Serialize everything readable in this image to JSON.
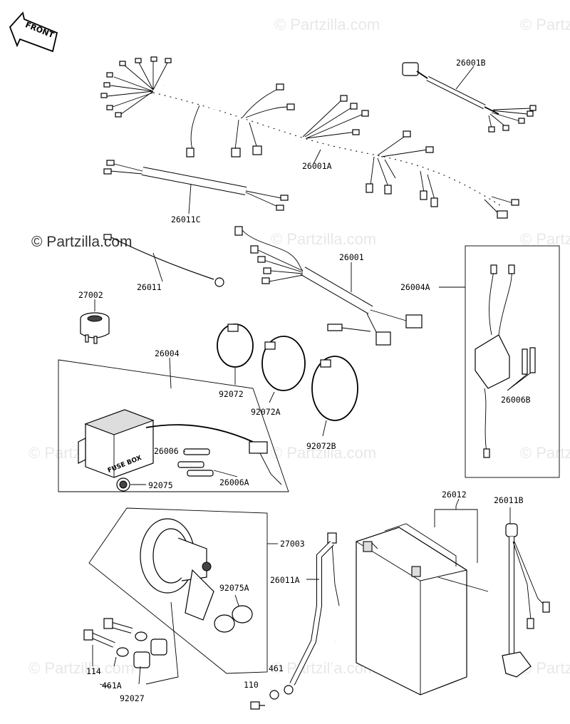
{
  "watermarks": {
    "brand": "© Partzilla.com",
    "brand_repeat": "© Partzilla.com"
  },
  "front_arrow": {
    "label": "FRONT",
    "icon": "front-arrow-icon"
  },
  "fuse_box_text": "FUSE BOX",
  "labels": {
    "p26001B": "26001B",
    "p26001A": "26001A",
    "p26011C": "26011C",
    "p26001": "26001",
    "p26011": "26011",
    "p26004A": "26004A",
    "p27002": "27002",
    "p26004": "26004",
    "p92072": "92072",
    "p92072A": "92072A",
    "p92072B": "92072B",
    "p26006B": "26006B",
    "p26006": "26006",
    "p26006A": "26006A",
    "p92075": "92075",
    "p26012": "26012",
    "p26011B": "26011B",
    "p27003": "27003",
    "p26011A": "26011A",
    "p92075A": "92075A",
    "p114": "114",
    "p461A": "461A",
    "p92027": "92027",
    "p110": "110",
    "p461": "461"
  }
}
